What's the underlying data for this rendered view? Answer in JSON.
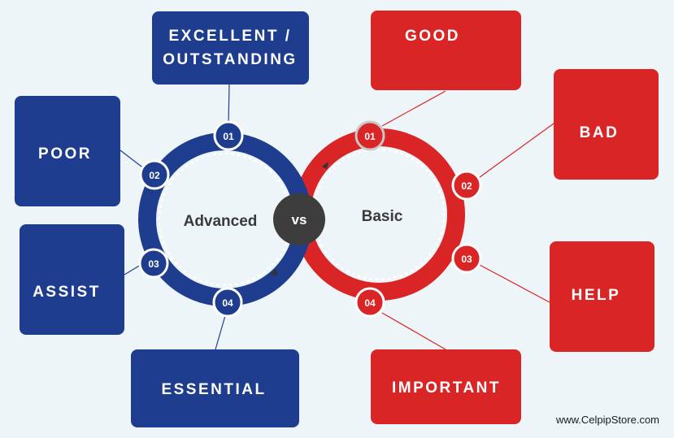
{
  "colors": {
    "advanced": "#1e3d8f",
    "basic": "#d92525",
    "vs_circle": "#3d3d3d",
    "background": "#eef5f8"
  },
  "center": {
    "left_label": "Advanced",
    "vs_label": "vs",
    "right_label": "Basic"
  },
  "advanced": [
    {
      "number": "01",
      "lines": [
        "EXCELLENT /",
        "OUTSTANDING"
      ]
    },
    {
      "number": "02",
      "lines": [
        "POOR"
      ]
    },
    {
      "number": "03",
      "lines": [
        "ASSIST"
      ]
    },
    {
      "number": "04",
      "lines": [
        "ESSENTIAL"
      ]
    }
  ],
  "basic": [
    {
      "number": "01",
      "lines": [
        "GOOD"
      ]
    },
    {
      "number": "02",
      "lines": [
        "BAD"
      ]
    },
    {
      "number": "03",
      "lines": [
        "HELP"
      ]
    },
    {
      "number": "04",
      "lines": [
        "IMPORTANT"
      ]
    }
  ],
  "footer": {
    "website": "www.CelpipStore.com"
  }
}
